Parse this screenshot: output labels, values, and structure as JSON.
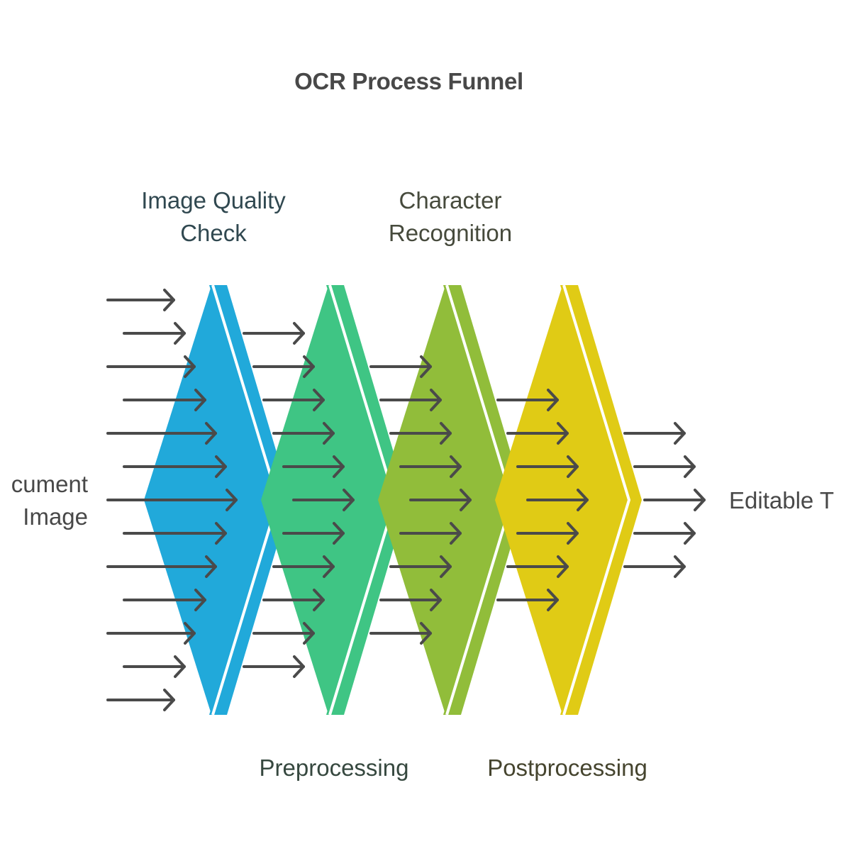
{
  "title": "OCR Process Funnel",
  "input_label": [
    "cument",
    "Image"
  ],
  "output_label": "Editable T",
  "stages": [
    {
      "name": "Image Quality Check",
      "lines": [
        "Image Quality",
        "Check"
      ],
      "color": "#21a9da",
      "label_position": "top",
      "incoming_arrows": 13
    },
    {
      "name": "Preprocessing",
      "lines": [
        "Preprocessing"
      ],
      "color": "#3fc584",
      "label_position": "bottom",
      "incoming_arrows": 11
    },
    {
      "name": "Character Recognition",
      "lines": [
        "Character",
        "Recognition"
      ],
      "color": "#91bd3a",
      "label_position": "top",
      "incoming_arrows": 9
    },
    {
      "name": "Postprocessing",
      "lines": [
        "Postprocessing"
      ],
      "color": "#e0cb15",
      "label_position": "bottom",
      "incoming_arrows": 7
    }
  ],
  "output_arrows": 5,
  "arrow_color": "#4a4a4a"
}
